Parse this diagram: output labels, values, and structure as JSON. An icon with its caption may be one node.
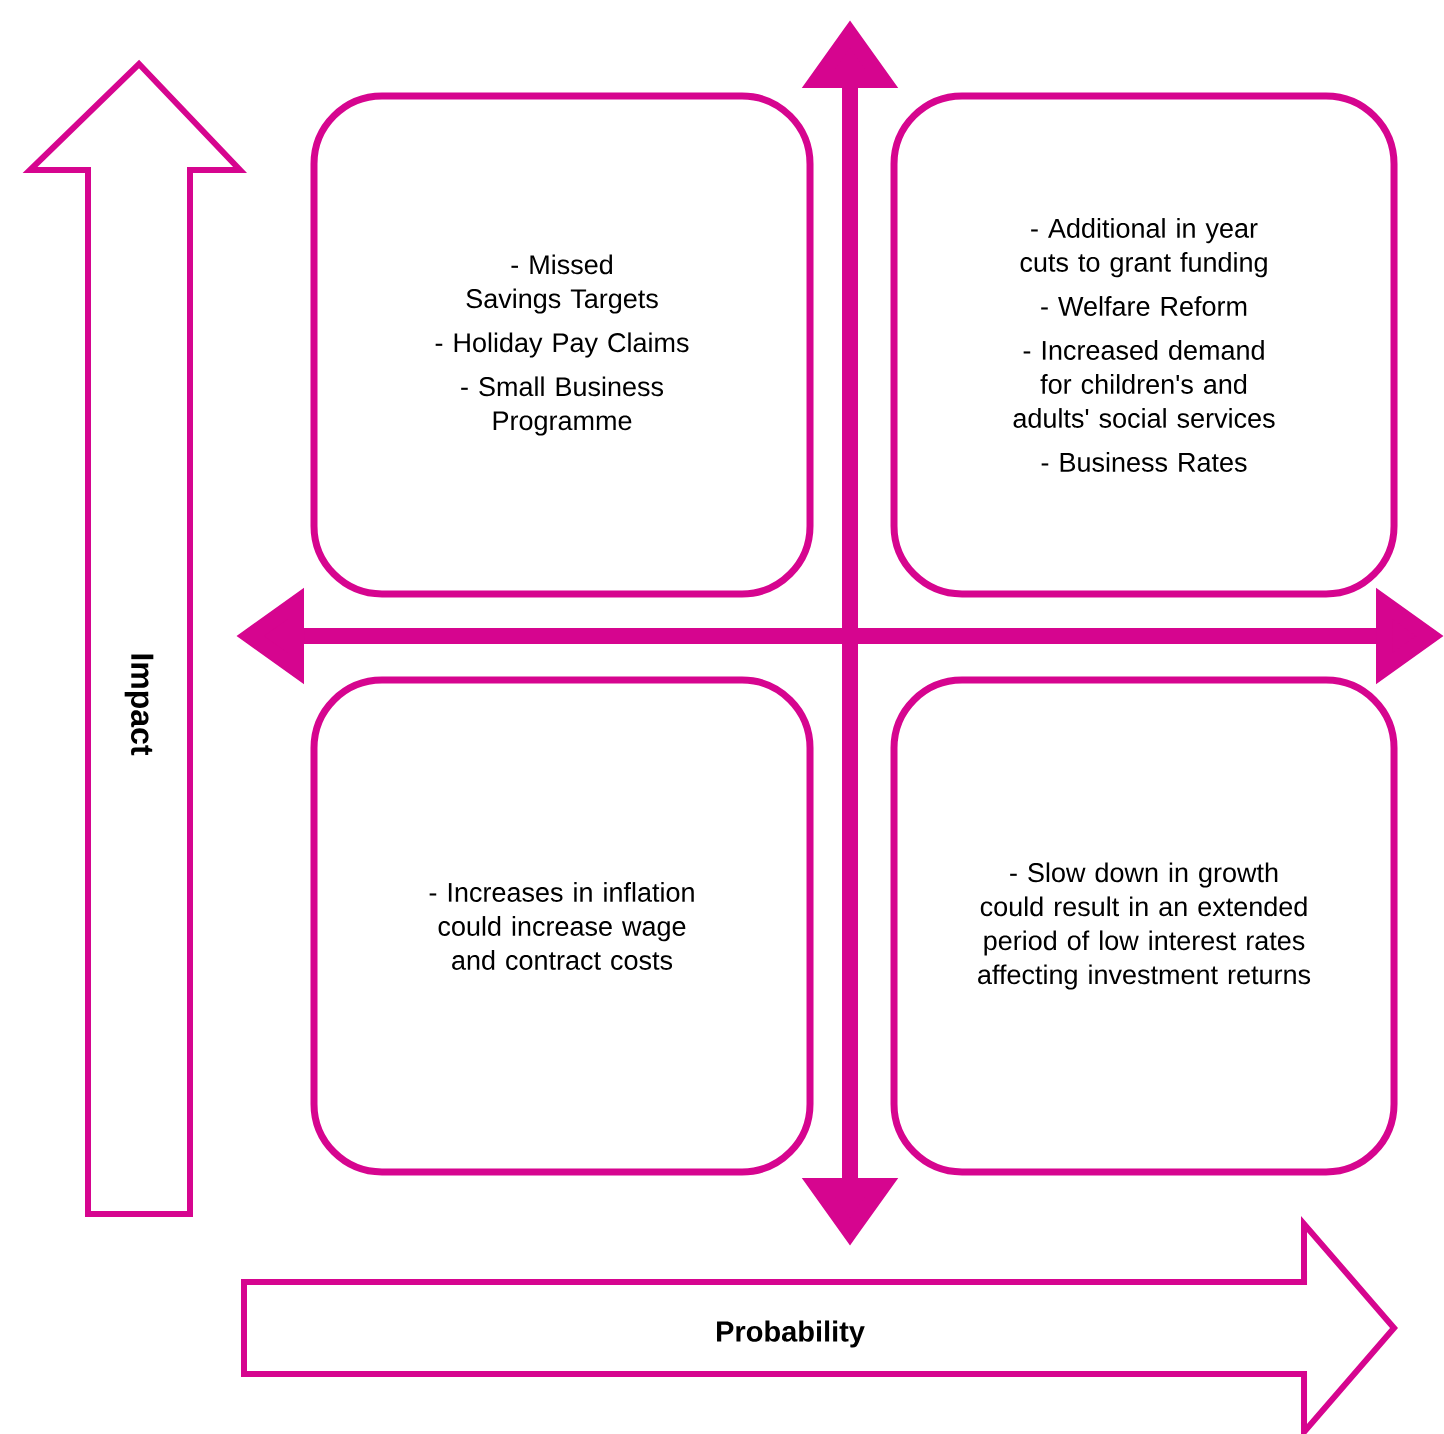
{
  "diagram": {
    "nodes": [
      {
        "text": [
          "Impact"
        ]
      },
      {
        "text": [
          "- Missed Savings Targets",
          "- Holiday Pay Claims",
          "- Small Business Programme"
        ]
      },
      {
        "text": [
          "- Additional in year cuts to grant funding",
          "- Welfare Reform",
          "- Increased demand for children's and adults' social services",
          "- Business Rates"
        ]
      },
      {
        "text": [
          "- Increases in inflation could increase wage and contract costs"
        ]
      },
      {
        "text": [
          "- Slow down in growth could result in an extended period of low interest rates affecting investment returns"
        ]
      },
      {
        "text": [
          "Probability"
        ]
      }
    ]
  }
}
